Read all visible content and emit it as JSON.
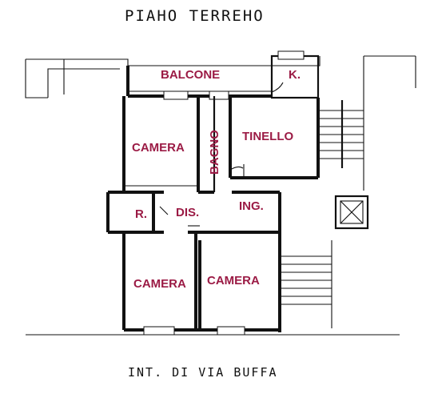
{
  "plan": {
    "title": "PIAHO TERREHO",
    "street": "INT. DI VIA BUFFA",
    "rooms": {
      "balcone": "BALCONE",
      "kitchen": "K.",
      "camera_top_left": "CAMERA",
      "bagno": "BAGNO",
      "tinello": "TINELLO",
      "ripostiglio": "R.",
      "disimpegno": "DIS.",
      "ingresso": "ING.",
      "camera_bottom_left": "CAMERA",
      "camera_bottom_right": "CAMERA"
    },
    "colors": {
      "room_label": "#9b1b45",
      "ink": "#111111"
    }
  }
}
